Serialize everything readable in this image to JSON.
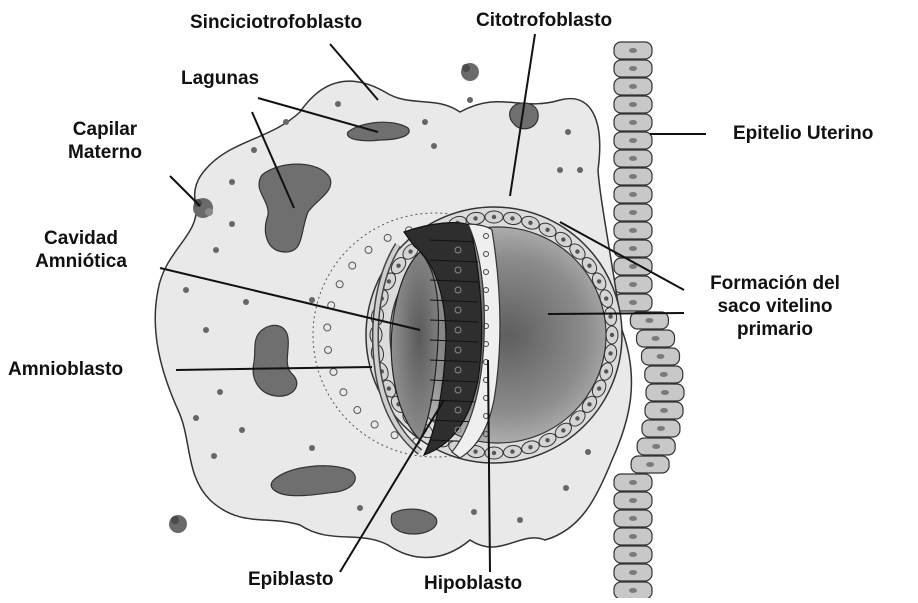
{
  "labels": {
    "sinciciotrofoblasto": "Sinciciotrofoblasto",
    "citotrofoblasto": "Citotrofoblasto",
    "lagunas": "Lagunas",
    "capilar_materno": [
      "Capilar",
      "Materno"
    ],
    "epitelio_uterino": "Epitelio Uterino",
    "cavidad_amniotica": [
      "Cavidad",
      "Amniótica"
    ],
    "formacion_saco": [
      "Formación del",
      "saco vitelino",
      "primario"
    ],
    "amnioblasto": "Amnioblasto",
    "epiblasto": "Epiblasto",
    "hipoblasto": "Hipoblasto"
  },
  "colors": {
    "syncytium_fill": "#e9e9e9",
    "outline": "#333333",
    "laguna_fill": "#6f6f6f",
    "epiblast_fill": "#2e2e2e",
    "cell_fill": "#cfcfcf",
    "yolk_dark": "#6a6a6a",
    "yolk_light": "#bdbdbd"
  }
}
